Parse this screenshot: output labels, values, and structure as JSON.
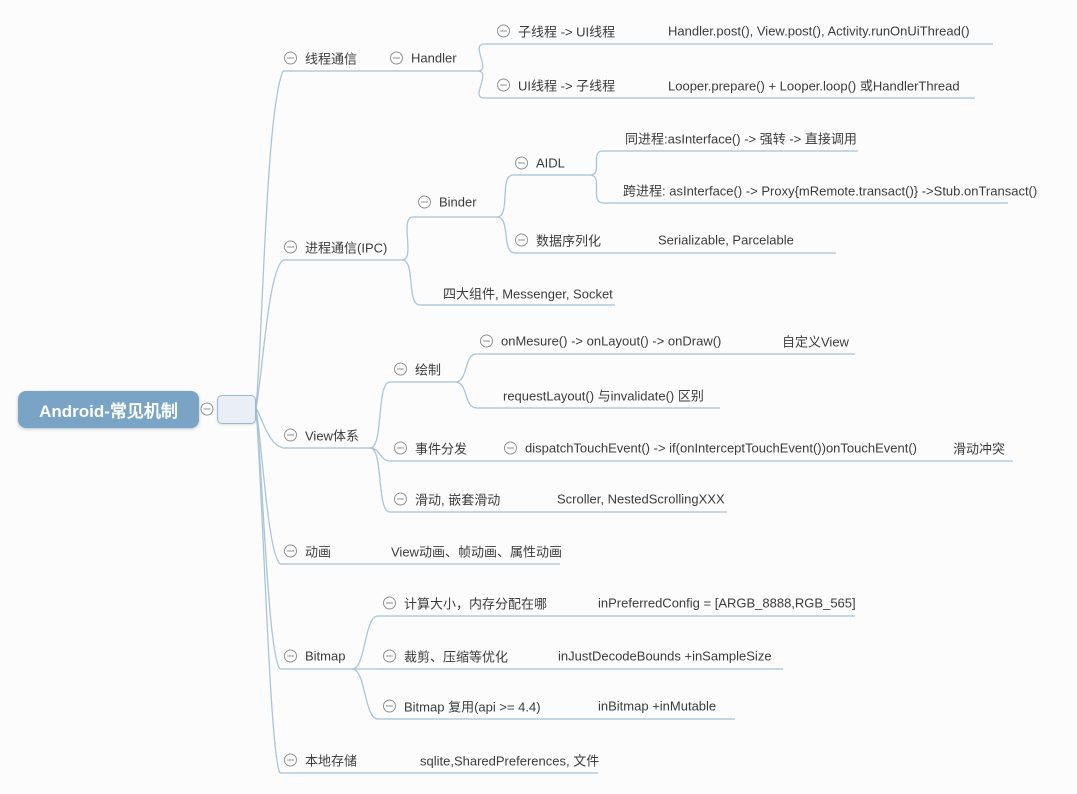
{
  "colors": {
    "root_fill": "#79a4c5",
    "connector": "#a9c4da",
    "underline": "#8fafca",
    "text": "#3b3b3b",
    "icon_stroke": "#8f8f8f"
  },
  "icons": {
    "collapse": "minus-circle"
  },
  "root": {
    "label": "Android-常见机制"
  },
  "nodes": {
    "thread_comm": {
      "label": "线程通信"
    },
    "handler": {
      "label": "Handler"
    },
    "sub_to_ui": {
      "label": "子线程 -> UI线程"
    },
    "sub_to_ui_detail": {
      "label": "Handler.post(), View.post(), Activity.runOnUiThread()"
    },
    "ui_to_sub": {
      "label": "UI线程 -> 子线程"
    },
    "ui_to_sub_detail": {
      "label": "Looper.prepare() + Looper.loop() 或HandlerThread"
    },
    "ipc": {
      "label": "进程通信(IPC)"
    },
    "binder": {
      "label": "Binder"
    },
    "aidl": {
      "label": "AIDL"
    },
    "same_process": {
      "label": "同进程:asInterface() -> 强转 -> 直接调用"
    },
    "cross_process": {
      "label": "跨进程: asInterface() -> Proxy{mRemote.transact()} ->Stub.onTransact()"
    },
    "serialization": {
      "label": "数据序列化"
    },
    "serialization_detail": {
      "label": "Serializable, Parcelable"
    },
    "ipc_others": {
      "label": "四大组件, Messenger, Socket"
    },
    "view_system": {
      "label": "View体系"
    },
    "drawing": {
      "label": "绘制"
    },
    "measure_flow": {
      "label": "onMesure() -> onLayout() -> onDraw()"
    },
    "custom_view": {
      "label": "自定义View"
    },
    "request_layout": {
      "label": "requestLayout() 与invalidate() 区别"
    },
    "event_dispatch": {
      "label": "事件分发"
    },
    "dispatch_flow": {
      "label": "dispatchTouchEvent() -> if(onInterceptTouchEvent())onTouchEvent()"
    },
    "slide_conflict": {
      "label": "滑动冲突"
    },
    "scrolling": {
      "label": "滑动, 嵌套滑动"
    },
    "scrolling_detail": {
      "label": "Scroller, NestedScrollingXXX"
    },
    "animation": {
      "label": "动画"
    },
    "animation_detail": {
      "label": "View动画、帧动画、属性动画"
    },
    "bitmap": {
      "label": "Bitmap"
    },
    "bitmap_size": {
      "label": "计算大小，内存分配在哪"
    },
    "bitmap_size_detail": {
      "label": "inPreferredConfig = [ARGB_8888,RGB_565]"
    },
    "bitmap_compress": {
      "label": "裁剪、压缩等优化"
    },
    "bitmap_compress_detail": {
      "label": "inJustDecodeBounds +inSampleSize"
    },
    "bitmap_reuse": {
      "label": "Bitmap 复用(api >= 4.4)"
    },
    "bitmap_reuse_detail": {
      "label": "inBitmap +inMutable"
    },
    "local_storage": {
      "label": "本地存储"
    },
    "storage_detail": {
      "label": "sqlite,SharedPreferences, 文件"
    }
  }
}
